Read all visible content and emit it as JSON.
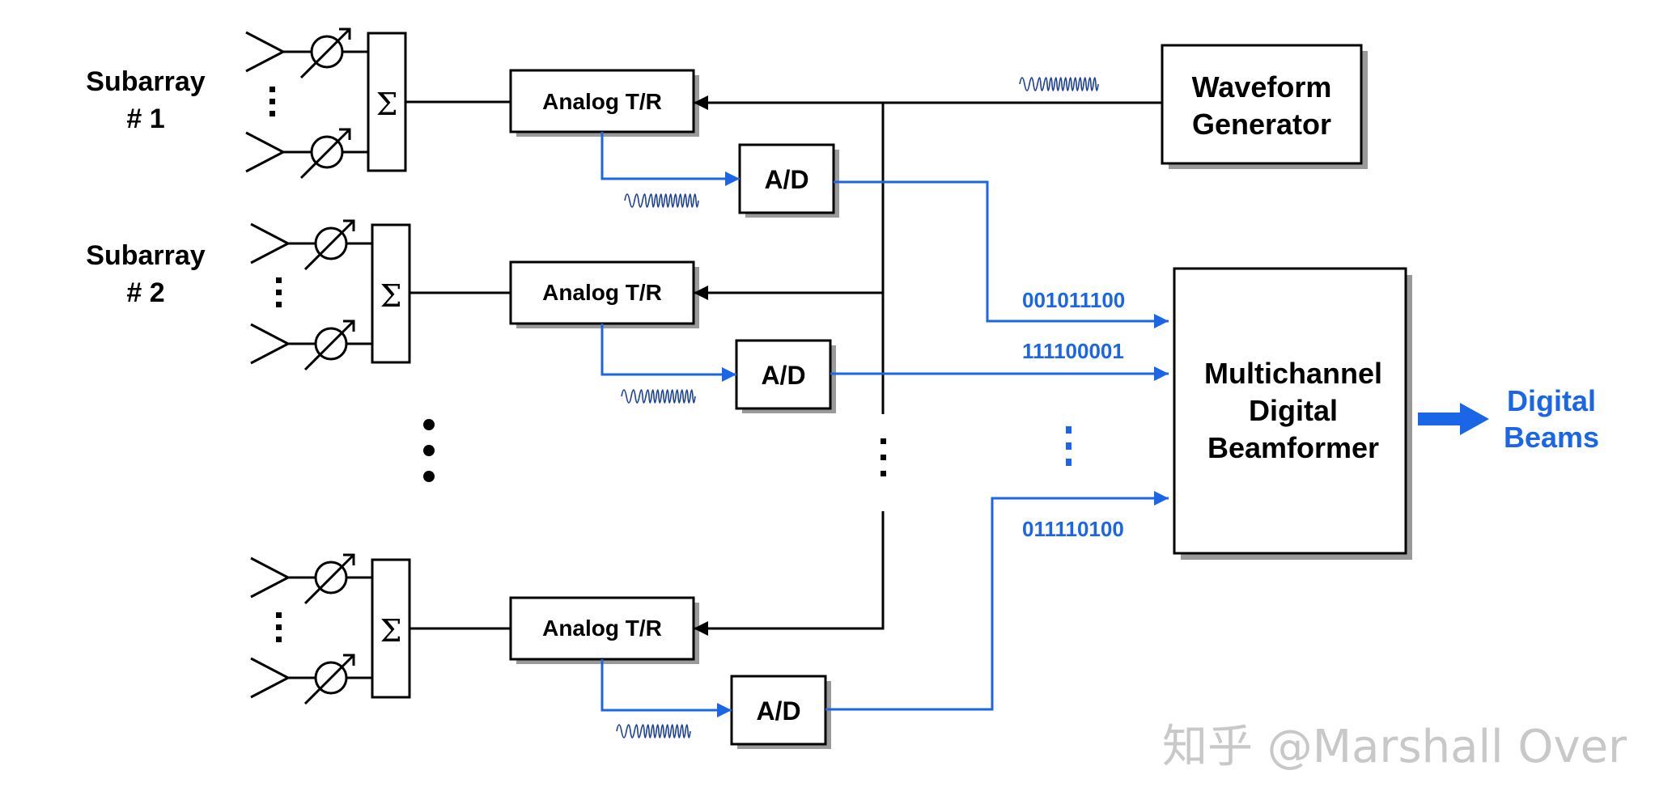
{
  "subarrays": [
    {
      "line1": "Subarray",
      "line2": "# 1"
    },
    {
      "line1": "Subarray",
      "line2": "# 2"
    }
  ],
  "sum_symbol": "Σ",
  "analog_tr_label": "Analog T/R",
  "ad_label": "A/D",
  "waveform_generator": {
    "line1": "Waveform",
    "line2": "Generator"
  },
  "beamformer": {
    "line1": "Multichannel",
    "line2": "Digital",
    "line3": "Beamformer"
  },
  "output": {
    "line1": "Digital",
    "line2": "Beams"
  },
  "bit_words": [
    "001011100",
    "111100001",
    "011110100"
  ],
  "watermark": "知乎 @Marshall Over",
  "colors": {
    "signal_blue": "#1a66e6",
    "line_black": "#000000",
    "shadow": "#9a9a9a"
  }
}
